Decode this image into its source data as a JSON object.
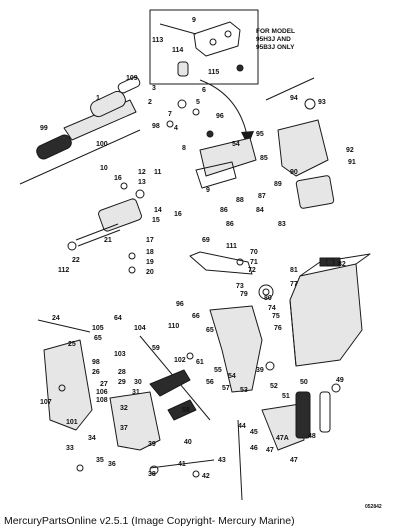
{
  "diagram": {
    "model_note_lines": [
      "FOR MODEL",
      "95H3J AND",
      "95B3J ONLY"
    ],
    "corner_code": "052842",
    "part_numbers": {
      "p1": "1",
      "p2": "2",
      "p3": "3",
      "p4": "4",
      "p5": "5",
      "p6": "6",
      "p7": "7",
      "p8": "8",
      "p9": "9",
      "p10": "10",
      "p11": "11",
      "p12": "12",
      "p13": "13",
      "p14": "14",
      "p15": "15",
      "p16": "16",
      "p17": "17",
      "p18": "18",
      "p19": "19",
      "p20": "20",
      "p21": "21",
      "p22": "22",
      "p24": "24",
      "p25": "25",
      "p26": "26",
      "p27": "27",
      "p28": "28",
      "p29": "29",
      "p30": "30",
      "p31": "31",
      "p32": "32",
      "p33": "33",
      "p34": "34",
      "p35": "35",
      "p36": "36",
      "p37": "37",
      "p38": "38",
      "p39": "39",
      "p40": "40",
      "p41": "41",
      "p42": "42",
      "p43": "43",
      "p44": "44",
      "p45": "45",
      "p46": "46",
      "p47": "47",
      "p47A": "47A",
      "p48": "48",
      "p49": "49",
      "p50": "50",
      "p51": "51",
      "p52": "52",
      "p53": "53",
      "p54": "54",
      "p55": "55",
      "p56": "56",
      "p57": "57",
      "p58": "58",
      "p59": "59",
      "p61": "61",
      "p64": "64",
      "p65": "65",
      "p66": "66",
      "p69": "69",
      "p70": "70",
      "p71": "71",
      "p72": "72",
      "p73": "73",
      "p74": "74",
      "p75": "75",
      "p76": "76",
      "p77": "77",
      "p79": "79",
      "p80": "80",
      "p81": "81",
      "p82": "82",
      "p83": "83",
      "p84": "84",
      "p85": "85",
      "p86": "86",
      "p87": "87",
      "p88": "88",
      "p89": "89",
      "p90": "90",
      "p91": "91",
      "p92": "92",
      "p93": "93",
      "p94": "94",
      "p95": "95",
      "p96": "96",
      "p98": "98",
      "p99": "99",
      "p100": "100",
      "p101": "101",
      "p102": "102",
      "p103": "103",
      "p104": "104",
      "p105": "105",
      "p106": "106",
      "p107": "107",
      "p108": "108",
      "p109": "109",
      "p110": "110",
      "p111": "111",
      "p112": "112",
      "p113": "113",
      "p114": "114",
      "p115": "115"
    }
  },
  "footer": {
    "text": "MercuryPartsOnline v2.5.1 (Image Copyright- Mercury Marine)"
  },
  "colors": {
    "ink": "#1a1a1a",
    "background": "#ffffff"
  }
}
